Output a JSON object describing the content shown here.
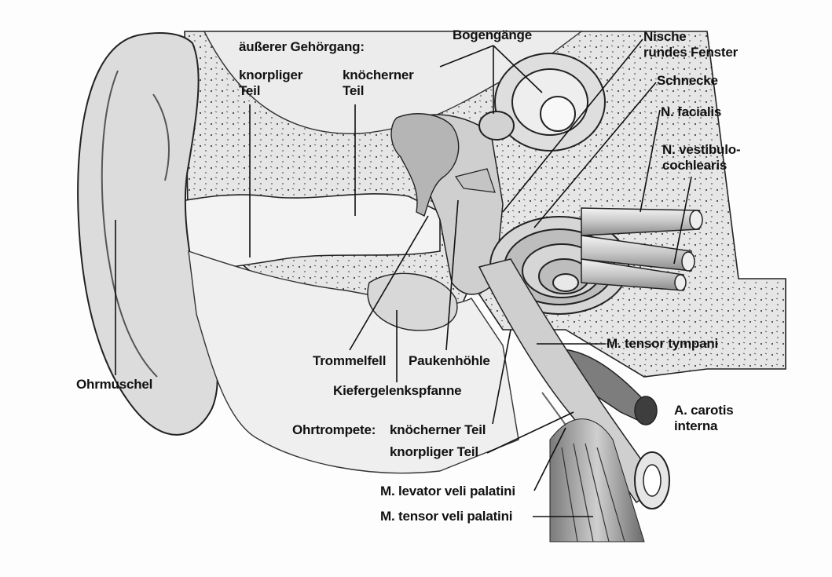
{
  "figure": {
    "labels": {
      "aeusserer_gehoergang": "äußerer Gehörgang:",
      "knorpliger_teil_1": "knorpliger",
      "knorpliger_teil_2": "Teil",
      "knoecherner_teil_1": "knöcherner",
      "knoecherner_teil_2": "Teil",
      "bogengaenge": "Bogengänge",
      "nische_1": "Nische",
      "nische_2": "rundes Fenster",
      "schnecke": "Schnecke",
      "n_facialis": "N. facialis",
      "n_vestibulo_1": "N. vestibulo-",
      "n_vestibulo_2": "cochlearis",
      "m_tensor_tympani": "M. tensor tympani",
      "a_carotis_1": "A. carotis",
      "a_carotis_2": "interna",
      "trommelfell": "Trommelfell",
      "paukenhoehle": "Paukenhöhle",
      "kiefergelenkspfanne": "Kiefergelenkspfanne",
      "ohrmuschel": "Ohrmuschel",
      "ohrtrompete": "Ohrtrompete:",
      "ohrtrompete_knoechern": "knöcherner Teil",
      "ohrtrompete_knorplig": "knorpliger Teil",
      "m_levator": "M. levator veli palatini",
      "m_tensor_veli": "M. tensor veli palatini"
    },
    "colors": {
      "ink": "#111111",
      "bone": "#e4e4e4",
      "soft_tissue": "#d0d0d0",
      "canal": "#f2f2f2",
      "dark_tissue": "#6e6e6e"
    }
  }
}
